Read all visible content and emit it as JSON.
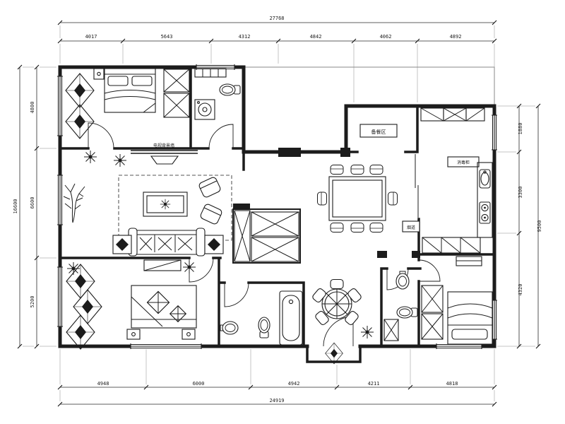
{
  "labels": {
    "tv_wall": "电视背景墙",
    "prep_area": "备餐区",
    "sterilizer": "消毒柜",
    "flue": "烟道"
  },
  "dimensions": {
    "top": {
      "total": "27768",
      "segments": [
        "4017",
        "5643",
        "4312",
        "4842",
        "4062",
        "4892"
      ]
    },
    "bottom": {
      "total": "24919",
      "segments": [
        "4948",
        "6000",
        "4942",
        "4211",
        "4818"
      ]
    },
    "left": {
      "total": "16600",
      "segments": [
        "4800",
        "6600",
        "5200"
      ]
    },
    "right": {
      "total": "9500",
      "segments": [
        "1880",
        "3300",
        "4320"
      ]
    }
  },
  "colors": {
    "line": "#1c1c1c",
    "background": "#ffffff"
  }
}
